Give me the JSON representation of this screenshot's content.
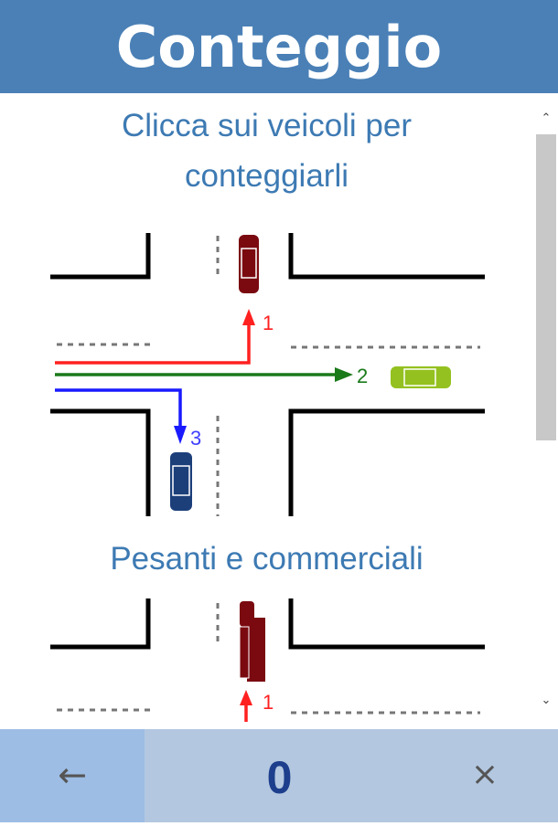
{
  "header": {
    "title": "Conteggio"
  },
  "content": {
    "instruction": "Clicca sui veicoli per conteggiarli",
    "section_light": {
      "labels": [
        "1",
        "2",
        "3"
      ]
    },
    "section_heavy": {
      "title": "Pesanti e commerciali",
      "labels": [
        "1"
      ]
    }
  },
  "bottom": {
    "back_icon": "←",
    "count": "0",
    "close_icon": "×"
  },
  "colors": {
    "header": "#4a80b6",
    "route1": "#ff2020",
    "route2": "#1a7a1a",
    "route3": "#1a1aff",
    "car1": "#7a0a10",
    "car2": "#94c11f",
    "car3": "#1c3f7a"
  }
}
